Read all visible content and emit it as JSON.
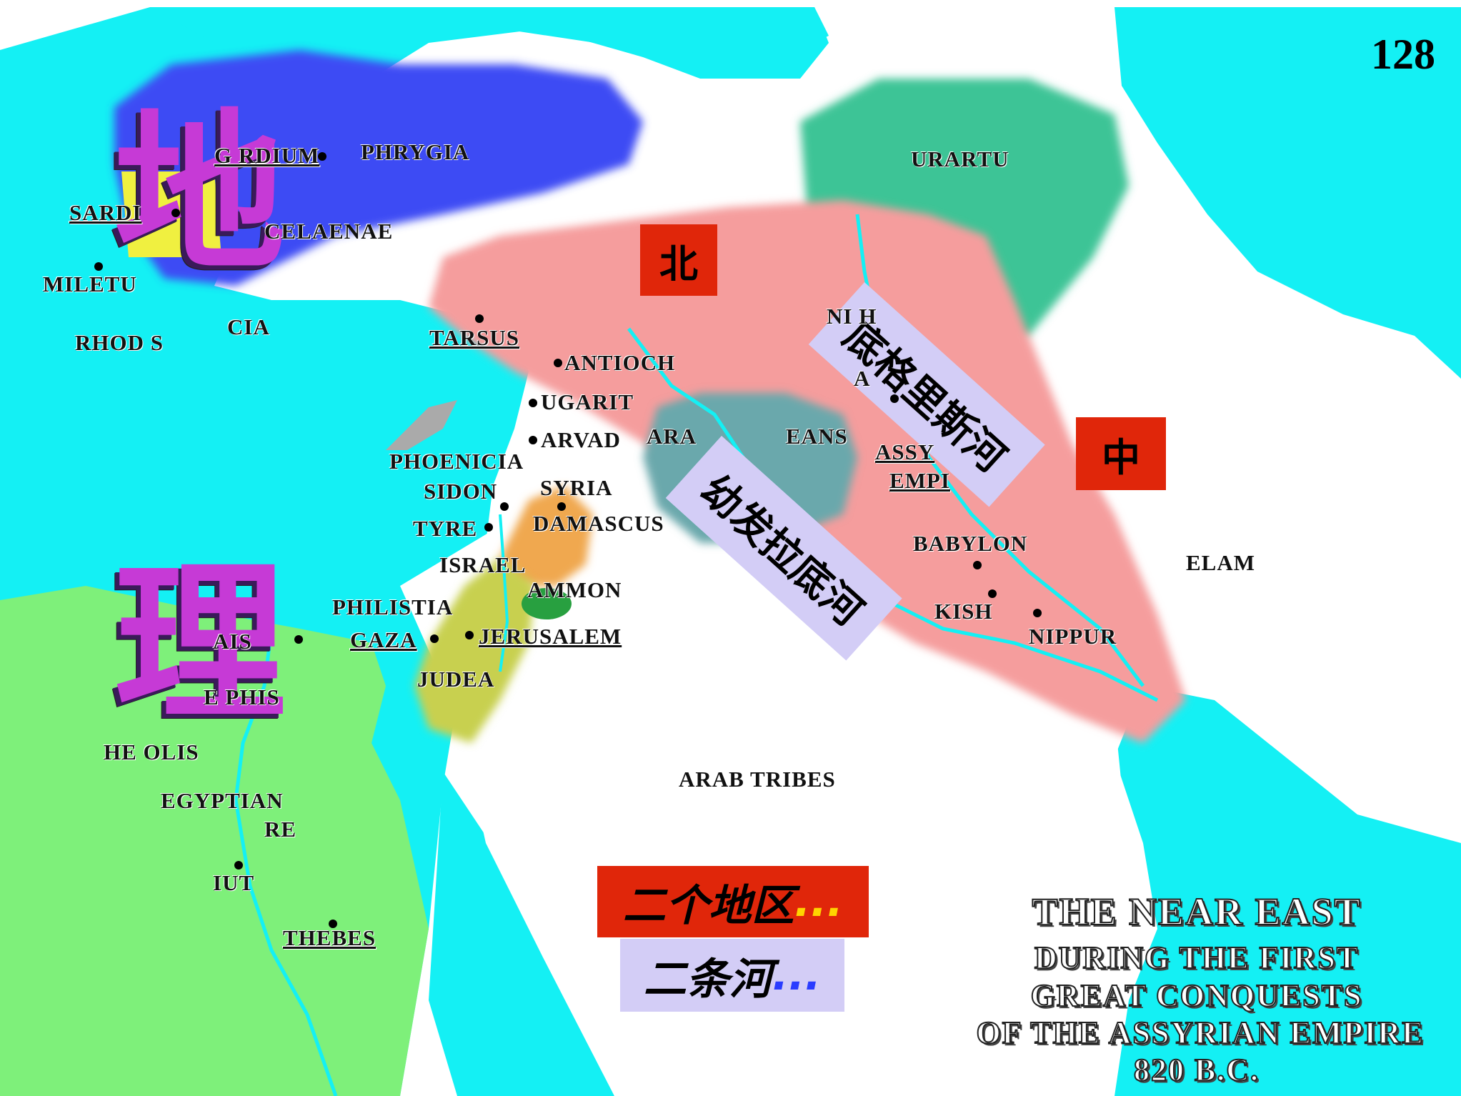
{
  "page_number": "128",
  "title_chars": [
    "地",
    "理"
  ],
  "direction_labels": {
    "north": "北",
    "center": "中"
  },
  "rivers": {
    "tigris": "底格里斯河",
    "euphrates": "幼发拉底河"
  },
  "captions": {
    "regions": "二个地区",
    "regions_dots": "...",
    "rivers": "二条河",
    "rivers_dots": "..."
  },
  "map_title": {
    "line1": "THE NEAR EAST",
    "line2": "DURING THE FIRST",
    "line3": "GREAT CONQUESTS",
    "line4": "OF THE ASSYRIAN EMPIRE",
    "line5": "820 B.C."
  },
  "regions": {
    "phrygia": "PHRYGIA",
    "urartu": "URARTU",
    "phoenicia": "PHOENICIA",
    "syria": "SYRIA",
    "israel": "ISRAEL",
    "ammon": "AMMON",
    "philistia": "PHILISTIA",
    "judea": "JUDEA",
    "arameans_a": "ARA",
    "arameans_b": "EANS",
    "assyria_a": "ASSY",
    "assyria_b": "EMPI",
    "elam": "ELAM",
    "arab_tribes": "ARAB TRIBES",
    "egyptian_a": "EGYPTIAN",
    "egyptian_b": "RE",
    "lycia": "CIA"
  },
  "cities": {
    "gordium": "G   RDIUM",
    "sardis": "SARDI",
    "celaenae": "CELAENAE",
    "miletus": "MILETU",
    "rhodes": "RHOD  S",
    "tarsus": "TARSUS",
    "antioch": "ANTIOCH",
    "ugarit": "UGARIT",
    "arvad": "ARVAD",
    "sidon": "SIDON",
    "tyre": "TYRE",
    "damascus": "DAMASCUS",
    "gaza": "GAZA",
    "jerusalem": "JERUSALEM",
    "babylon": "BABYLON",
    "kish": "KISH",
    "nippur": "NIPPUR",
    "nineveh": "NI     H",
    "assur": "A",
    "tanis": "  AIS",
    "memphis": "  E  PHIS",
    "heracleopolis": "HE        OLIS",
    "siut": "  IUT",
    "thebes": "THEBES"
  },
  "colors": {
    "sea": "#14f0f4",
    "assyria": "#f59d9d",
    "phrygia": "#3c4cf4",
    "urartu": "#3cc496",
    "egypt": "#7ef07a",
    "arameans": "#6aa8ac",
    "syria": "#f0a850",
    "judea": "#c8d050",
    "ammon": "#28a040",
    "title": "#c63ad6",
    "red_box": "#e0260a",
    "river_tag": "#d3cdf6"
  }
}
